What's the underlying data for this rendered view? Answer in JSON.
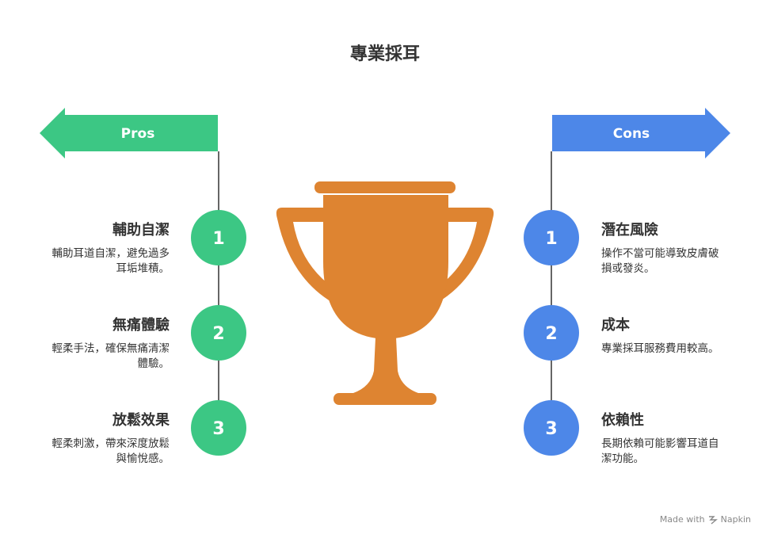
{
  "title": "專業採耳",
  "pros": {
    "label": "Pros",
    "color": "#3cc784",
    "items": [
      {
        "number": "1",
        "title": "輔助自潔",
        "desc": "輔助耳道自潔，避免過多耳垢堆積。"
      },
      {
        "number": "2",
        "title": "無痛體驗",
        "desc": "輕柔手法，確保無痛清潔體驗。"
      },
      {
        "number": "3",
        "title": "放鬆效果",
        "desc": "輕柔刺激，帶來深度放鬆與愉悅感。"
      }
    ]
  },
  "cons": {
    "label": "Cons",
    "color": "#4d87e8",
    "items": [
      {
        "number": "1",
        "title": "潛在風險",
        "desc": "操作不當可能導致皮膚破損或發炎。"
      },
      {
        "number": "2",
        "title": "成本",
        "desc": "專業採耳服務費用較高。"
      },
      {
        "number": "3",
        "title": "依賴性",
        "desc": "長期依賴可能影響耳道自潔功能。"
      }
    ]
  },
  "icons": {
    "center": "trophy-icon",
    "footer": "napkin-logo-icon"
  },
  "trophy_color": "#de8431",
  "footer": {
    "text": "Made with",
    "brand": "Napkin"
  }
}
